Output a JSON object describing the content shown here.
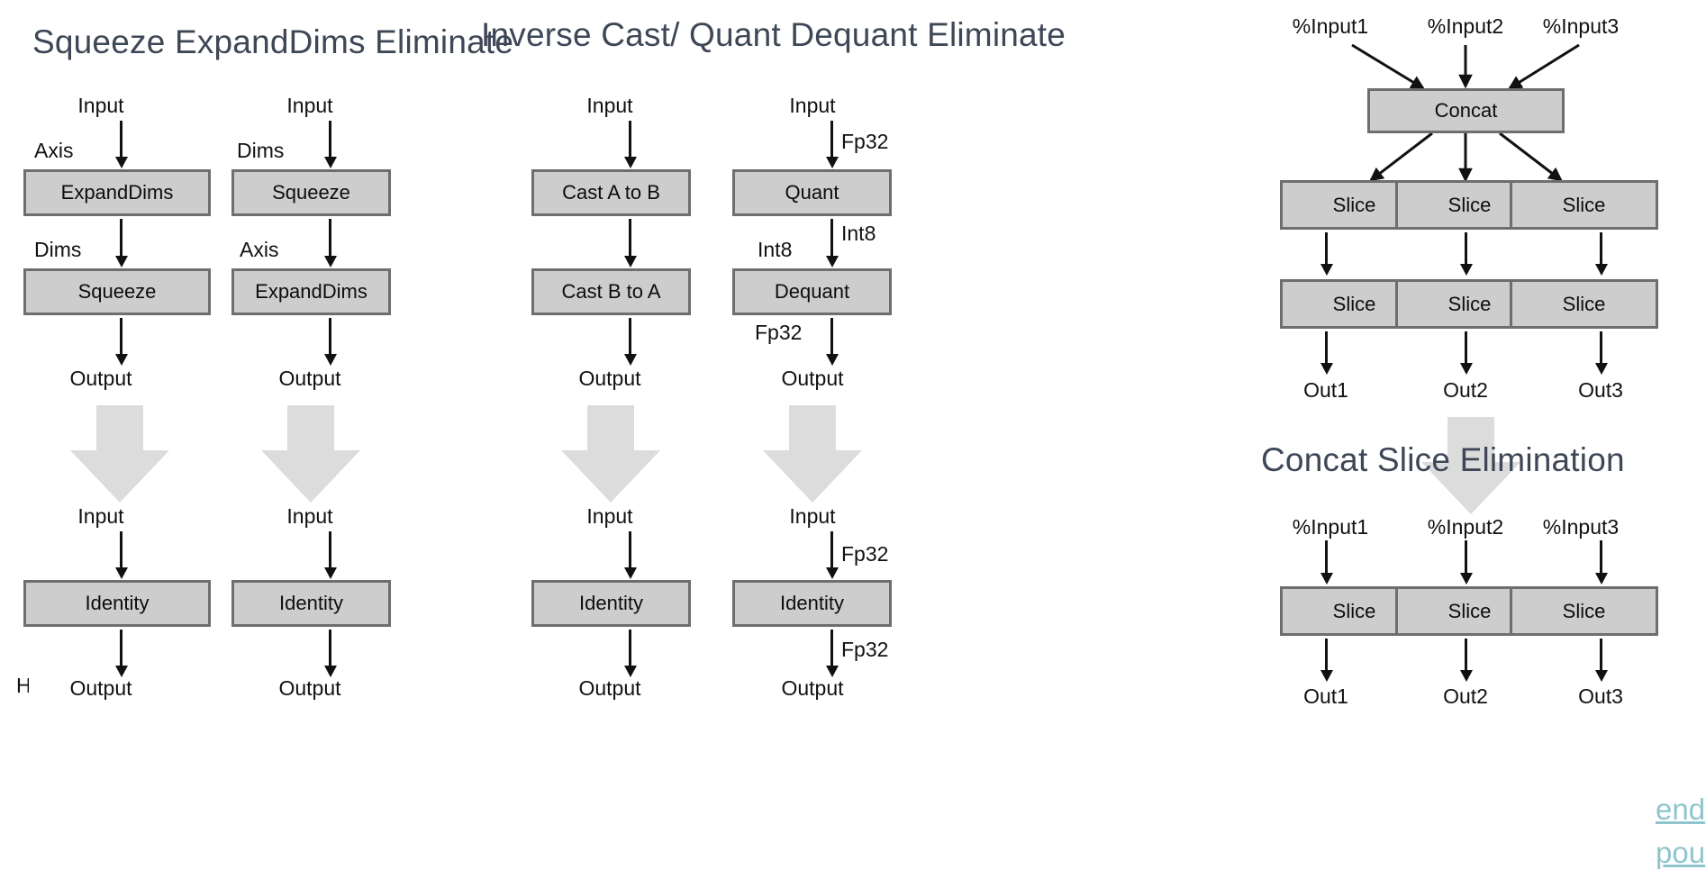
{
  "titles": {
    "squeeze_expanddims": "Squeeze ExpandDims Eliminate",
    "inverse_cast": "Inverse Cast/ Quant Dequant Eliminate",
    "concat_slice": "Concat Slice Elimination"
  },
  "colors": {
    "title_text": "#3e4756",
    "box_fill": "#cdcdcd",
    "box_border": "#6e6e6e",
    "arrow": "#111111",
    "fat_arrow": "#dcdcdc",
    "link": "#8fc6cd",
    "background": "#ffffff"
  },
  "column1": {
    "before": {
      "input": "Input",
      "label_axis": "Axis",
      "box1": "ExpandDims",
      "label_dims": "Dims",
      "box2": "Squeeze",
      "output": "Output"
    },
    "after": {
      "input": "Input",
      "box": "Identity",
      "output": "Output"
    }
  },
  "column2": {
    "before": {
      "input": "Input",
      "label_dims": "Dims",
      "box1": "Squeeze",
      "label_axis": "Axis",
      "box2": "ExpandDims",
      "output": "Output"
    },
    "after": {
      "input": "Input",
      "box": "Identity",
      "output": "Output"
    }
  },
  "column3": {
    "before": {
      "input": "Input",
      "box1": "Cast A to B",
      "box2": "Cast B to A",
      "output": "Output"
    },
    "after": {
      "input": "Input",
      "box": "Identity",
      "output": "Output"
    }
  },
  "column4": {
    "before": {
      "input": "Input",
      "label_fp32_in": "Fp32",
      "box1": "Quant",
      "label_int8_right": "Int8",
      "label_int8_left": "Int8",
      "box2": "Dequant",
      "label_fp32_out": "Fp32",
      "output": "Output"
    },
    "after": {
      "input": "Input",
      "label_fp32_in": "Fp32",
      "box": "Identity",
      "label_fp32_out": "Fp32",
      "output": "Output"
    }
  },
  "concat_section": {
    "before": {
      "inputs": [
        "%Input1",
        "%Input2",
        "%Input3"
      ],
      "concat": "Concat",
      "slices_row1": [
        "Slice",
        "Slice",
        "Slice"
      ],
      "slices_row2": [
        "Slice",
        "Slice",
        "Slice"
      ],
      "outputs": [
        "Out1",
        "Out2",
        "Out3"
      ]
    },
    "after": {
      "inputs": [
        "%Input1",
        "%Input2",
        "%Input3"
      ],
      "slices": [
        "Slice",
        "Slice",
        "Slice"
      ],
      "outputs": [
        "Out1",
        "Out2",
        "Out3"
      ]
    }
  },
  "artifacts": {
    "left_clipped": "H",
    "link_line1": "end",
    "link_line2": "pou"
  }
}
